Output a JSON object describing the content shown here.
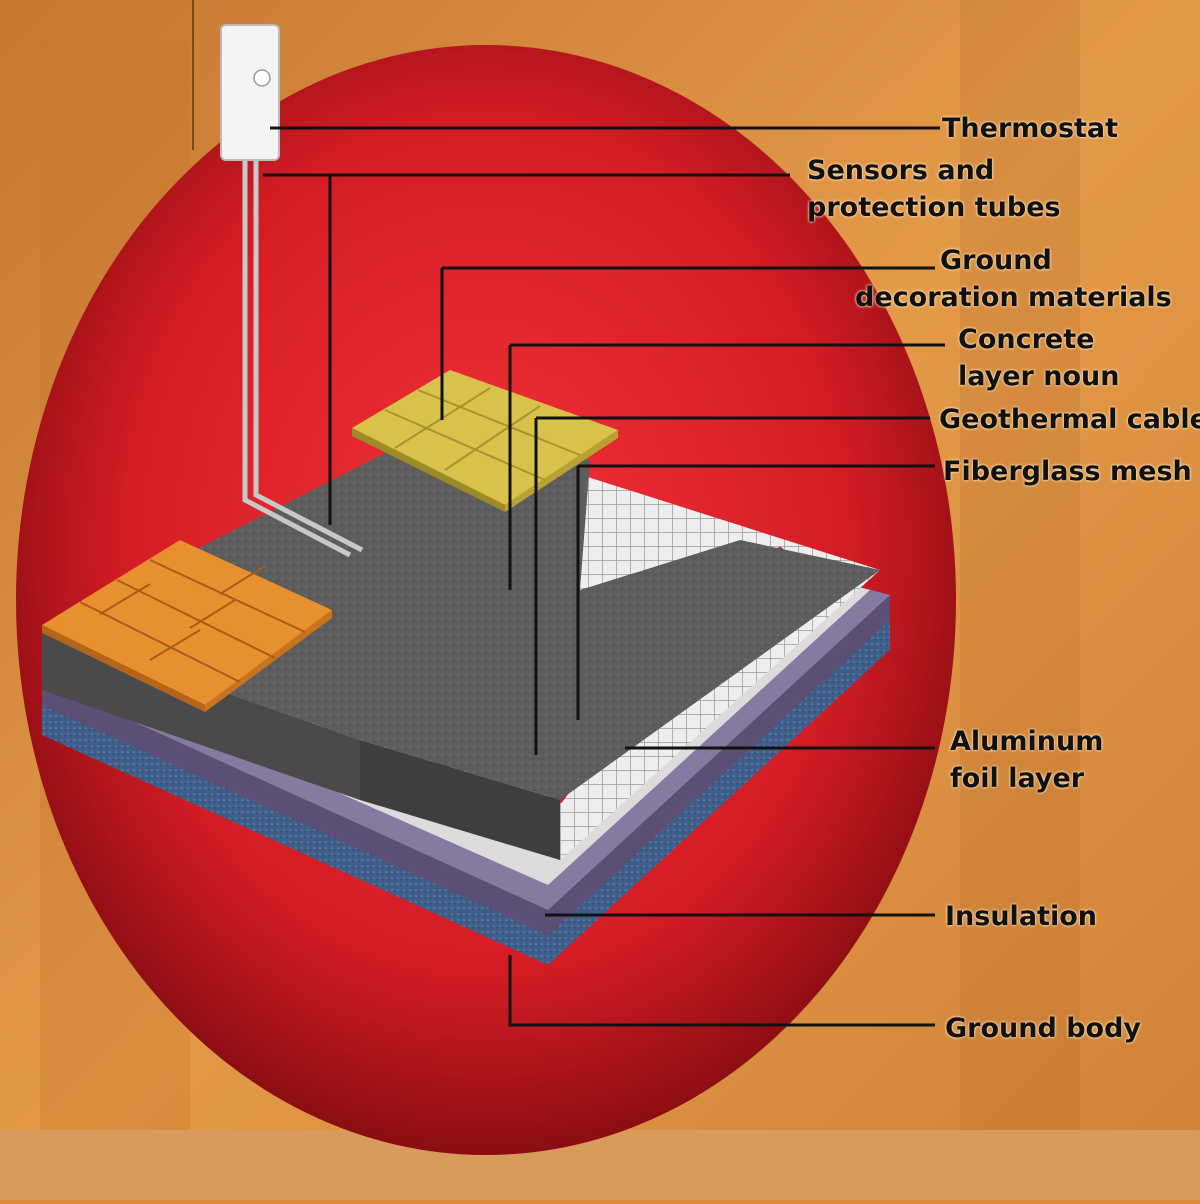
{
  "diagram": {
    "labels": [
      {
        "id": "thermostat",
        "lines": [
          "Thermostat"
        ]
      },
      {
        "id": "sensors",
        "lines": [
          "Sensors and",
          "protection tubes"
        ]
      },
      {
        "id": "ground-decoration",
        "lines": [
          "Ground",
          "decoration materials"
        ]
      },
      {
        "id": "concrete",
        "lines": [
          "Concrete",
          "layer noun"
        ]
      },
      {
        "id": "geothermal-cable",
        "lines": [
          "Geothermal cable"
        ]
      },
      {
        "id": "fiberglass-mesh",
        "lines": [
          "Fiberglass mesh"
        ]
      },
      {
        "id": "aluminum-foil",
        "lines": [
          "Aluminum",
          "foil layer"
        ]
      },
      {
        "id": "insulation",
        "lines": [
          "Insulation"
        ]
      },
      {
        "id": "ground-body",
        "lines": [
          "Ground body"
        ]
      }
    ]
  },
  "colors": {
    "background": "#d98a3a",
    "red_disc": "#d41c24",
    "concrete": "#6f6f6f",
    "tile_orange": "#e8902e",
    "tile_yellow": "#d9c24a",
    "insulation": "#6b5f86",
    "ground_body": "#3f5f8a",
    "cable": "#d42020",
    "leader_line": "#111111"
  }
}
